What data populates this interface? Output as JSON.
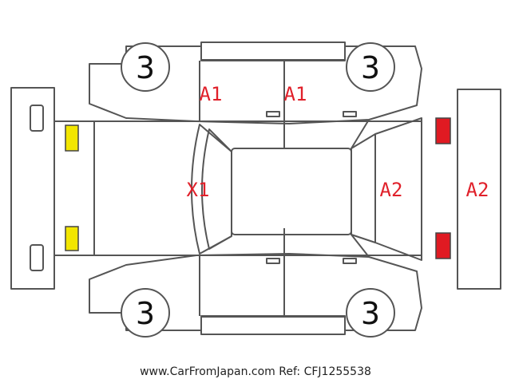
{
  "diagram": {
    "tire_markers": [
      {
        "id": "front-left",
        "label": "3"
      },
      {
        "id": "rear-left",
        "label": "3"
      },
      {
        "id": "front-right",
        "label": "3"
      },
      {
        "id": "rear-right",
        "label": "3"
      }
    ],
    "damage_marks": {
      "left_front_door": "A1",
      "left_rear_door": "A1",
      "hood": "X1",
      "rear_glass": "A2",
      "rear_bumper": "A2"
    },
    "light_colors": {
      "front": "#f2e600",
      "rear": "#e01a22"
    }
  },
  "footer": {
    "watermark": "www.CarFromJapan.com Ref: CFJ1255538"
  }
}
